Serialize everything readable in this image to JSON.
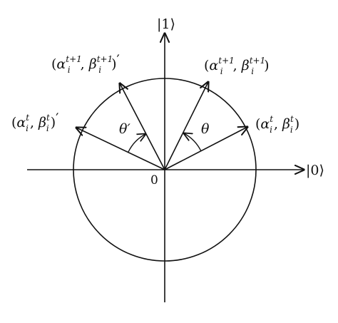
{
  "axes": {
    "x_label": "|0⟩",
    "y_label": "|1⟩",
    "origin_label": "0"
  },
  "angles": {
    "theta": "θ",
    "theta_prime": "θ′"
  },
  "vectors": {
    "current": {
      "alpha": "α",
      "alpha_sup": "t",
      "alpha_sub": "i",
      "beta": "β",
      "beta_sup": "t",
      "beta_sub": "i",
      "prime": ""
    },
    "current_prime": {
      "alpha": "α",
      "alpha_sup": "t",
      "alpha_sub": "i",
      "beta": "β",
      "beta_sup": "t",
      "beta_sub": "i",
      "prime": "′"
    },
    "next": {
      "alpha": "α",
      "alpha_sup": "t+1",
      "alpha_sub": "i",
      "beta": "β",
      "beta_sup": "t+1",
      "beta_sub": "i",
      "prime": ""
    },
    "next_prime": {
      "alpha": "α",
      "alpha_sup": "t+1",
      "alpha_sub": "i",
      "beta": "β",
      "beta_sup": "t+1",
      "beta_sub": "i",
      "prime": "′"
    }
  },
  "colors": {
    "stroke": "#111111"
  }
}
